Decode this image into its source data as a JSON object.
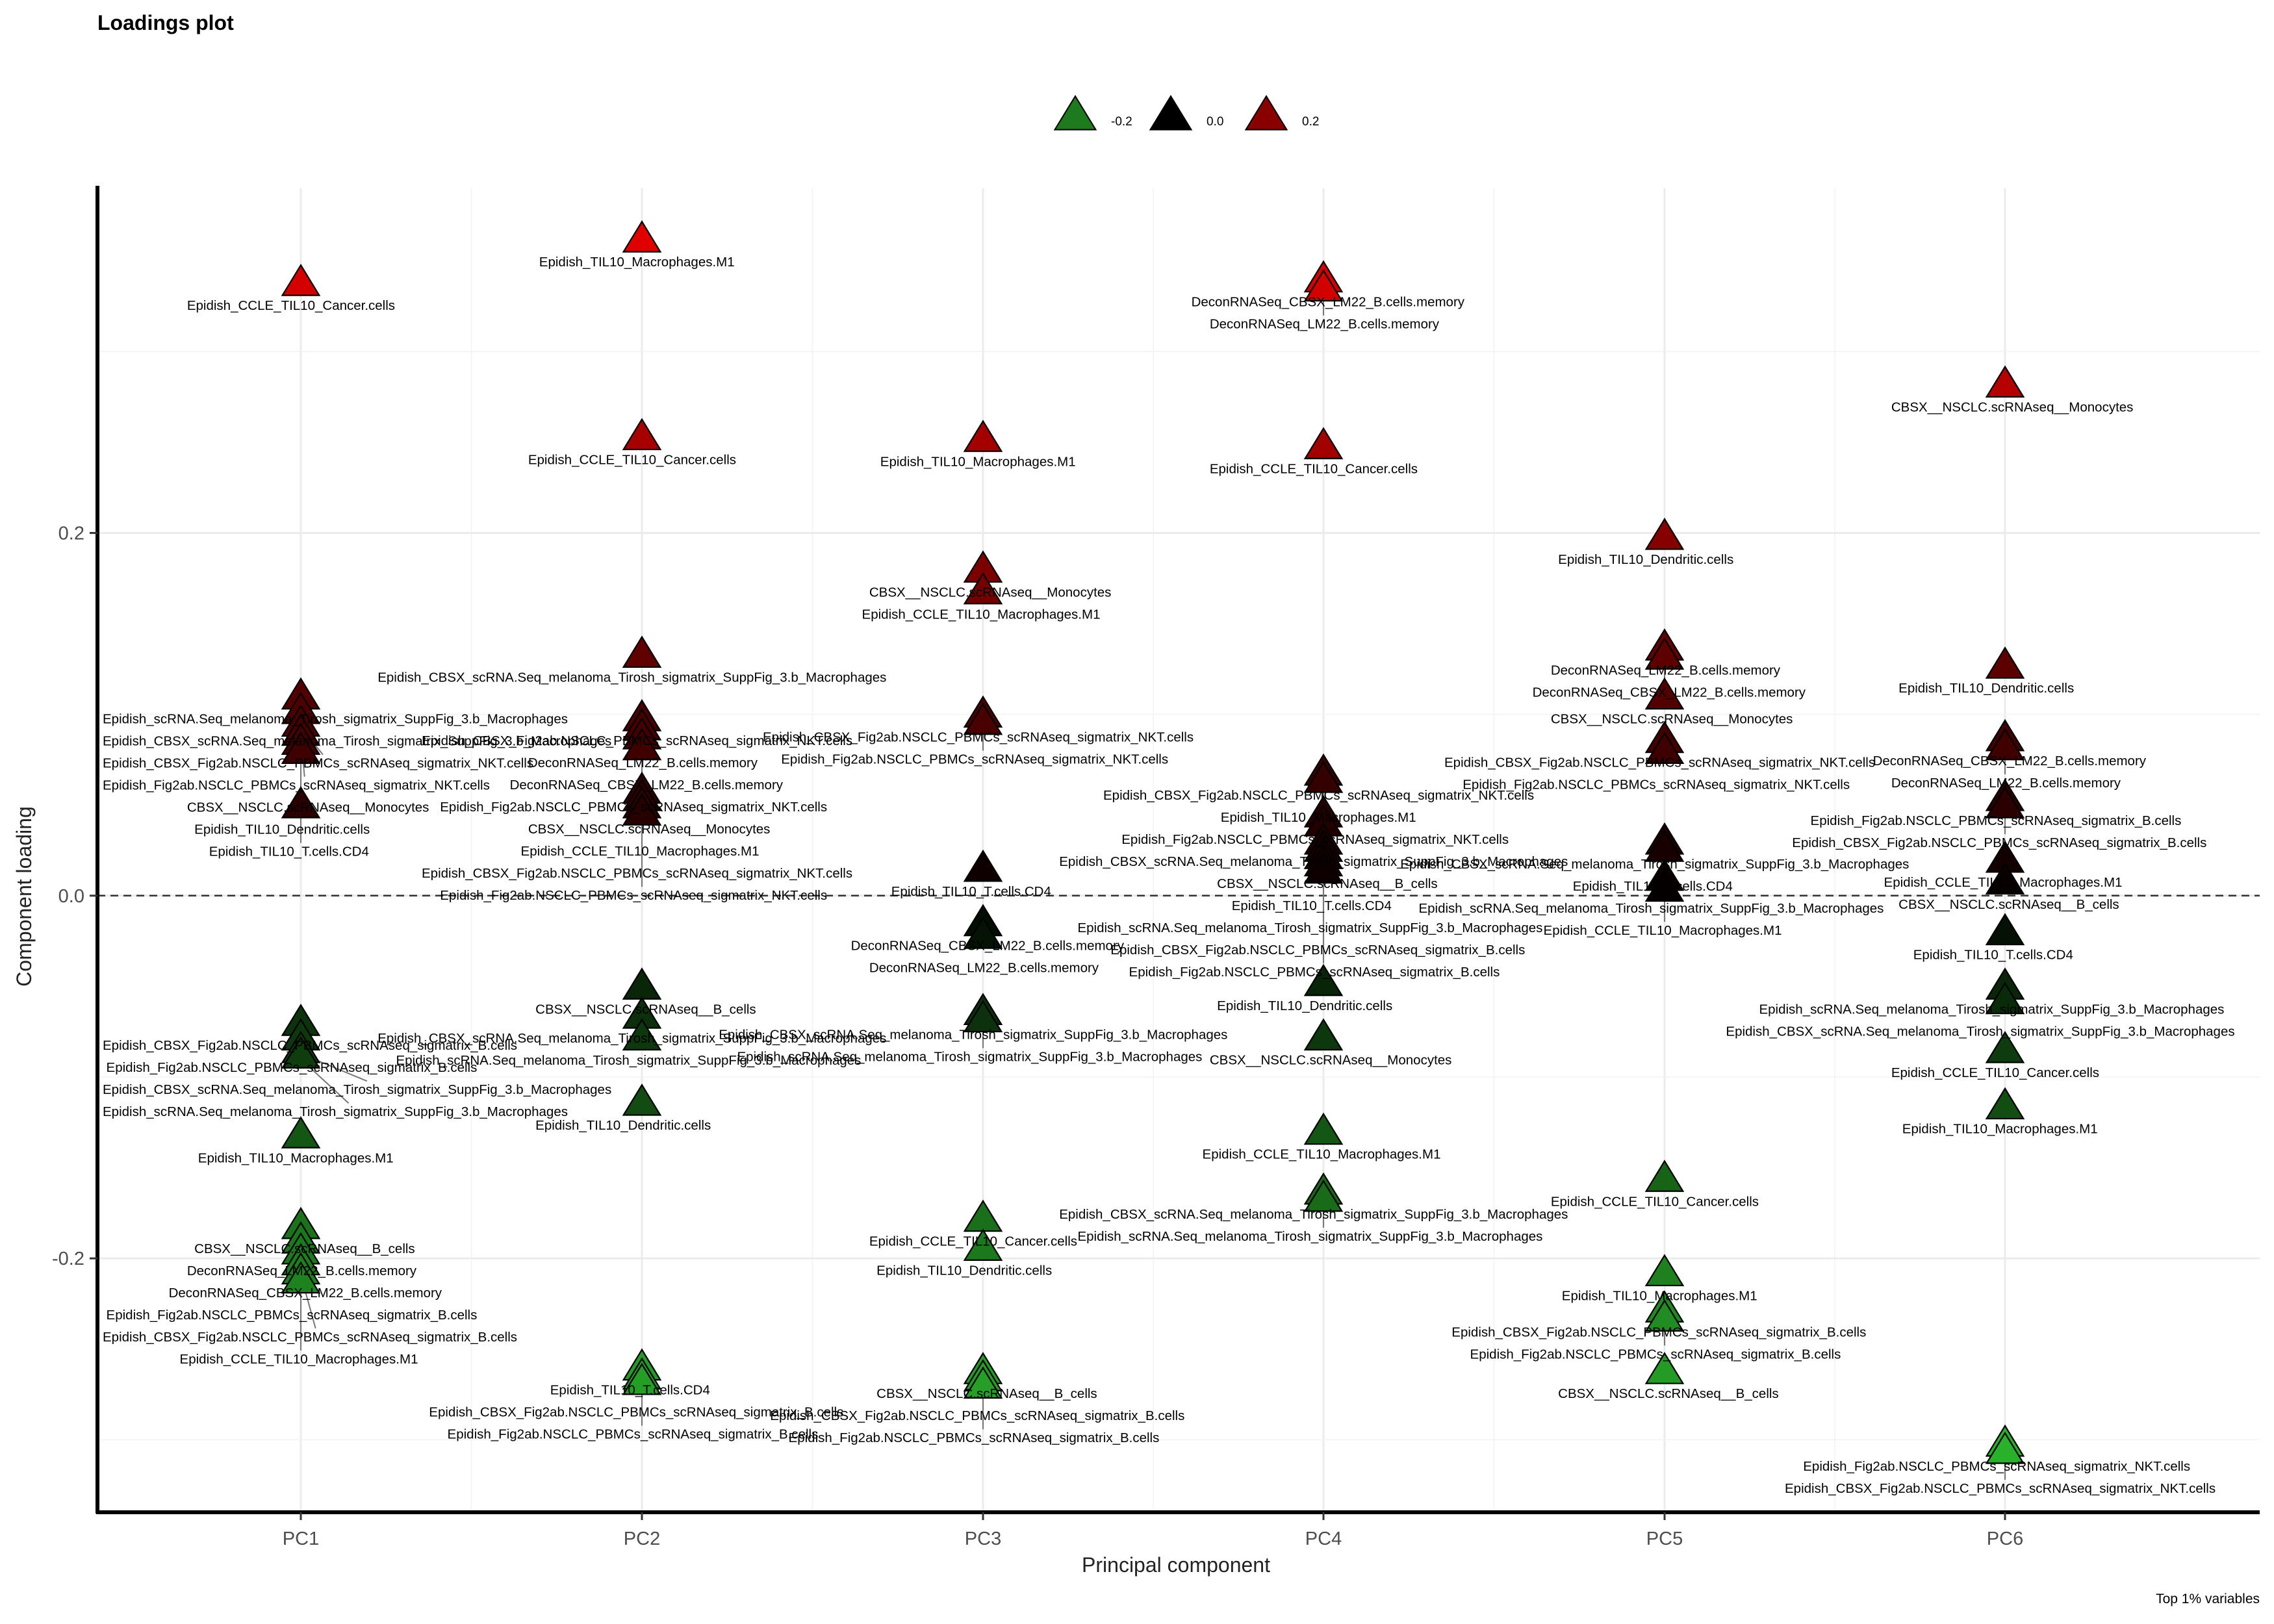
{
  "chart_data": {
    "type": "scatter",
    "title": "Loadings plot",
    "xlabel": "Principal component",
    "ylabel": "Component loading",
    "caption": "Top 1% variables",
    "categories": [
      "PC1",
      "PC2",
      "PC3",
      "PC4",
      "PC5",
      "PC6"
    ],
    "yticks": [
      -0.2,
      0.0,
      0.2
    ],
    "ytick_labels": [
      "-0.2",
      "0.0",
      "0.2"
    ],
    "ylim": [
      -0.34,
      0.39
    ],
    "hline": 0.0,
    "grid": true,
    "legend_position": "top",
    "legend": [
      {
        "label": "-0.2",
        "value": -0.2
      },
      {
        "label": "0.0",
        "value": 0.0
      },
      {
        "label": "0.2",
        "value": 0.2
      }
    ],
    "color_scale": {
      "low": "#2ab32a",
      "mid": "#000000",
      "high": "#e00000",
      "range": [
        -0.31,
        0.36
      ]
    },
    "points": [
      {
        "pc": "PC1",
        "label": "Epidish_CCLE_TIL10_Cancer.cells",
        "y": 0.338
      },
      {
        "pc": "PC1",
        "label": "Epidish_scRNA.Seq_melanoma_Tirosh_sigmatrix_SuppFig_3.b_Macrophages",
        "y": 0.11
      },
      {
        "pc": "PC1",
        "label": "Epidish_CBSX_scRNA.Seq_melanoma_Tirosh_sigmatrix_SuppFig_3.b_Macrophages",
        "y": 0.102
      },
      {
        "pc": "PC1",
        "label": "Epidish_CBSX_Fig2ab.NSCLC_PBMCs_scRNAseq_sigmatrix_NKT.cells",
        "y": 0.095
      },
      {
        "pc": "PC1",
        "label": "Epidish_Fig2ab.NSCLC_PBMCs_scRNAseq_sigmatrix_NKT.cells",
        "y": 0.09
      },
      {
        "pc": "PC1",
        "label": "CBSX__NSCLC.scRNAseq__Monocytes",
        "y": 0.085
      },
      {
        "pc": "PC1",
        "label": "Epidish_TIL10_Dendritic.cells",
        "y": 0.08
      },
      {
        "pc": "PC1",
        "label": "Epidish_TIL10_T.cells.CD4",
        "y": 0.05
      },
      {
        "pc": "PC1",
        "label": "Epidish_CBSX_Fig2ab.NSCLC_PBMCs_scRNAseq_sigmatrix_B.cells",
        "y": -0.07
      },
      {
        "pc": "PC1",
        "label": "Epidish_Fig2ab.NSCLC_PBMCs_scRNAseq_sigmatrix_B.cells",
        "y": -0.078
      },
      {
        "pc": "PC1",
        "label": "Epidish_CBSX_scRNA.Seq_melanoma_Tirosh_sigmatrix_SuppFig_3.b_Macrophages",
        "y": -0.085
      },
      {
        "pc": "PC1",
        "label": "Epidish_scRNA.Seq_melanoma_Tirosh_sigmatrix_SuppFig_3.b_Macrophages",
        "y": -0.088
      },
      {
        "pc": "PC1",
        "label": "Epidish_TIL10_Macrophages.M1",
        "y": -0.132
      },
      {
        "pc": "PC1",
        "label": "CBSX__NSCLC.scRNAseq__B_cells",
        "y": -0.182
      },
      {
        "pc": "PC1",
        "label": "DeconRNASeq_LM22_B.cells.memory",
        "y": -0.19
      },
      {
        "pc": "PC1",
        "label": "DeconRNASeq_CBSX_LM22_B.cells.memory",
        "y": -0.196
      },
      {
        "pc": "PC1",
        "label": "Epidish_Fig2ab.NSCLC_PBMCs_scRNAseq_sigmatrix_B.cells",
        "y": -0.202
      },
      {
        "pc": "PC1",
        "label": "Epidish_CBSX_Fig2ab.NSCLC_PBMCs_scRNAseq_sigmatrix_B.cells",
        "y": -0.207
      },
      {
        "pc": "PC1",
        "label": "Epidish_CCLE_TIL10_Macrophages.M1",
        "y": -0.212
      },
      {
        "pc": "PC2",
        "label": "Epidish_TIL10_Macrophages.M1",
        "y": 0.362
      },
      {
        "pc": "PC2",
        "label": "Epidish_CCLE_TIL10_Cancer.cells",
        "y": 0.253
      },
      {
        "pc": "PC2",
        "label": "Epidish_CBSX_scRNA.Seq_melanoma_Tirosh_sigmatrix_SuppFig_3.b_Macrophages",
        "y": 0.133
      },
      {
        "pc": "PC2",
        "label": "Epidish_CBSX_Fig2ab.NSCLC_PBMCs_scRNAseq_sigmatrix_NKT.cells",
        "y": 0.098
      },
      {
        "pc": "PC2",
        "label": "DeconRNASeq_LM22_B.cells.memory",
        "y": 0.093
      },
      {
        "pc": "PC2",
        "label": "DeconRNASeq_CBSX_LM22_B.cells.memory",
        "y": 0.088
      },
      {
        "pc": "PC2",
        "label": "Epidish_Fig2ab.NSCLC_PBMCs_scRNAseq_sigmatrix_NKT.cells",
        "y": 0.082
      },
      {
        "pc": "PC2",
        "label": "CBSX__NSCLC.scRNAseq__Monocytes",
        "y": 0.058
      },
      {
        "pc": "PC2",
        "label": "Epidish_CCLE_TIL10_Macrophages.M1",
        "y": 0.054
      },
      {
        "pc": "PC2",
        "label": "Epidish_CBSX_Fig2ab.NSCLC_PBMCs_scRNAseq_sigmatrix_NKT.cells",
        "y": 0.05
      },
      {
        "pc": "PC2",
        "label": "Epidish_Fig2ab.NSCLC_PBMCs_scRNAseq_sigmatrix_NKT.cells",
        "y": 0.046
      },
      {
        "pc": "PC2",
        "label": "CBSX__NSCLC.scRNAseq__B_cells",
        "y": -0.05
      },
      {
        "pc": "PC2",
        "label": "Epidish_CBSX_scRNA.Seq_melanoma_Tirosh_sigmatrix_SuppFig_3.b_Macrophages",
        "y": -0.066
      },
      {
        "pc": "PC2",
        "label": "Epidish_scRNA.Seq_melanoma_Tirosh_sigmatrix_SuppFig_3.b_Macrophages",
        "y": -0.078
      },
      {
        "pc": "PC2",
        "label": "Epidish_TIL10_Dendritic.cells",
        "y": -0.114
      },
      {
        "pc": "PC2",
        "label": "Epidish_TIL10_T.cells.CD4",
        "y": -0.26
      },
      {
        "pc": "PC2",
        "label": "Epidish_CBSX_Fig2ab.NSCLC_PBMCs_scRNAseq_sigmatrix_B.cells",
        "y": -0.265
      },
      {
        "pc": "PC2",
        "label": "Epidish_Fig2ab.NSCLC_PBMCs_scRNAseq_sigmatrix_B.cells",
        "y": -0.268
      },
      {
        "pc": "PC3",
        "label": "Epidish_TIL10_Macrophages.M1",
        "y": 0.252
      },
      {
        "pc": "PC3",
        "label": "CBSX__NSCLC.scRNAseq__Monocytes",
        "y": 0.18
      },
      {
        "pc": "PC3",
        "label": "Epidish_CCLE_TIL10_Macrophages.M1",
        "y": 0.168
      },
      {
        "pc": "PC3",
        "label": "Epidish_CBSX_Fig2ab.NSCLC_PBMCs_scRNAseq_sigmatrix_NKT.cells",
        "y": 0.1
      },
      {
        "pc": "PC3",
        "label": "Epidish_Fig2ab.NSCLC_PBMCs_scRNAseq_sigmatrix_NKT.cells",
        "y": 0.096
      },
      {
        "pc": "PC3",
        "label": "Epidish_TIL10_T.cells.CD4",
        "y": 0.015
      },
      {
        "pc": "PC3",
        "label": "DeconRNASeq_CBSX_LM22_B.cells.memory",
        "y": -0.015
      },
      {
        "pc": "PC3",
        "label": "DeconRNASeq_LM22_B.cells.memory",
        "y": -0.022
      },
      {
        "pc": "PC3",
        "label": "Epidish_CBSX_scRNA.Seq_melanoma_Tirosh_sigmatrix_SuppFig_3.b_Macrophages",
        "y": -0.064
      },
      {
        "pc": "PC3",
        "label": "Epidish_scRNA.Seq_melanoma_Tirosh_sigmatrix_SuppFig_3.b_Macrophages",
        "y": -0.068
      },
      {
        "pc": "PC3",
        "label": "Epidish_CCLE_TIL10_Cancer.cells",
        "y": -0.178
      },
      {
        "pc": "PC3",
        "label": "Epidish_TIL10_Dendritic.cells",
        "y": -0.194
      },
      {
        "pc": "PC3",
        "label": "CBSX__NSCLC.scRNAseq__B_cells",
        "y": -0.262
      },
      {
        "pc": "PC3",
        "label": "Epidish_CBSX_Fig2ab.NSCLC_PBMCs_scRNAseq_sigmatrix_B.cells",
        "y": -0.266
      },
      {
        "pc": "PC3",
        "label": "Epidish_Fig2ab.NSCLC_PBMCs_scRNAseq_sigmatrix_B.cells",
        "y": -0.27
      },
      {
        "pc": "PC4",
        "label": "DeconRNASeq_CBSX_LM22_B.cells.memory",
        "y": 0.34
      },
      {
        "pc": "PC4",
        "label": "DeconRNASeq_LM22_B.cells.memory",
        "y": 0.335
      },
      {
        "pc": "PC4",
        "label": "Epidish_CCLE_TIL10_Cancer.cells",
        "y": 0.248
      },
      {
        "pc": "PC4",
        "label": "Epidish_CBSX_Fig2ab.NSCLC_PBMCs_scRNAseq_sigmatrix_NKT.cells",
        "y": 0.068
      },
      {
        "pc": "PC4",
        "label": "Epidish_TIL10_Macrophages.M1",
        "y": 0.064
      },
      {
        "pc": "PC4",
        "label": "Epidish_Fig2ab.NSCLC_PBMCs_scRNAseq_sigmatrix_NKT.cells",
        "y": 0.045
      },
      {
        "pc": "PC4",
        "label": "Epidish_CBSX_scRNA.Seq_melanoma_Tirosh_sigmatrix_SuppFig_3.b_Macrophages",
        "y": 0.04
      },
      {
        "pc": "PC4",
        "label": "CBSX__NSCLC.scRNAseq__B_cells",
        "y": 0.03
      },
      {
        "pc": "PC4",
        "label": "Epidish_TIL10_T.cells.CD4",
        "y": 0.026
      },
      {
        "pc": "PC4",
        "label": "Epidish_scRNA.Seq_melanoma_Tirosh_sigmatrix_SuppFig_3.b_Macrophages",
        "y": 0.022
      },
      {
        "pc": "PC4",
        "label": "Epidish_CBSX_Fig2ab.NSCLC_PBMCs_scRNAseq_sigmatrix_B.cells",
        "y": 0.018
      },
      {
        "pc": "PC4",
        "label": "Epidish_Fig2ab.NSCLC_PBMCs_scRNAseq_sigmatrix_B.cells",
        "y": 0.014
      },
      {
        "pc": "PC4",
        "label": "Epidish_TIL10_Dendritic.cells",
        "y": -0.048
      },
      {
        "pc": "PC4",
        "label": "CBSX__NSCLC.scRNAseq__Monocytes",
        "y": -0.078
      },
      {
        "pc": "PC4",
        "label": "Epidish_CCLE_TIL10_Macrophages.M1",
        "y": -0.13
      },
      {
        "pc": "PC4",
        "label": "Epidish_CBSX_scRNA.Seq_melanoma_Tirosh_sigmatrix_SuppFig_3.b_Macrophages",
        "y": -0.163
      },
      {
        "pc": "PC4",
        "label": "Epidish_scRNA.Seq_melanoma_Tirosh_sigmatrix_SuppFig_3.b_Macrophages",
        "y": -0.167
      },
      {
        "pc": "PC5",
        "label": "Epidish_TIL10_Dendritic.cells",
        "y": 0.198
      },
      {
        "pc": "PC5",
        "label": "DeconRNASeq_LM22_B.cells.memory",
        "y": 0.137
      },
      {
        "pc": "PC5",
        "label": "DeconRNASeq_CBSX_LM22_B.cells.memory",
        "y": 0.132
      },
      {
        "pc": "PC5",
        "label": "CBSX__NSCLC.scRNAseq__Monocytes",
        "y": 0.11
      },
      {
        "pc": "PC5",
        "label": "Epidish_CBSX_Fig2ab.NSCLC_PBMCs_scRNAseq_sigmatrix_NKT.cells",
        "y": 0.086
      },
      {
        "pc": "PC5",
        "label": "Epidish_Fig2ab.NSCLC_PBMCs_scRNAseq_sigmatrix_NKT.cells",
        "y": 0.08
      },
      {
        "pc": "PC5",
        "label": "Epidish_CBSX_scRNA.Seq_melanoma_Tirosh_sigmatrix_SuppFig_3.b_Macrophages",
        "y": 0.03
      },
      {
        "pc": "PC5",
        "label": "Epidish_TIL10_T.cells.CD4",
        "y": 0.026
      },
      {
        "pc": "PC5",
        "label": "Epidish_scRNA.Seq_melanoma_Tirosh_sigmatrix_SuppFig_3.b_Macrophages",
        "y": 0.01
      },
      {
        "pc": "PC5",
        "label": "Epidish_CCLE_TIL10_Macrophages.M1",
        "y": 0.004
      },
      {
        "pc": "PC5",
        "label": "Epidish_CCLE_TIL10_Cancer.cells",
        "y": -0.156
      },
      {
        "pc": "PC5",
        "label": "Epidish_TIL10_Macrophages.M1",
        "y": -0.208
      },
      {
        "pc": "PC5",
        "label": "Epidish_CBSX_Fig2ab.NSCLC_PBMCs_scRNAseq_sigmatrix_B.cells",
        "y": -0.228
      },
      {
        "pc": "PC5",
        "label": "Epidish_Fig2ab.NSCLC_PBMCs_scRNAseq_sigmatrix_B.cells",
        "y": -0.233
      },
      {
        "pc": "PC5",
        "label": "CBSX__NSCLC.scRNAseq__B_cells",
        "y": -0.262
      },
      {
        "pc": "PC6",
        "label": "CBSX__NSCLC.scRNAseq__Monocytes",
        "y": 0.282
      },
      {
        "pc": "PC6",
        "label": "Epidish_TIL10_Dendritic.cells",
        "y": 0.127
      },
      {
        "pc": "PC6",
        "label": "DeconRNASeq_CBSX_LM22_B.cells.memory",
        "y": 0.087
      },
      {
        "pc": "PC6",
        "label": "DeconRNASeq_LM22_B.cells.memory",
        "y": 0.082
      },
      {
        "pc": "PC6",
        "label": "Epidish_Fig2ab.NSCLC_PBMCs_scRNAseq_sigmatrix_B.cells",
        "y": 0.054
      },
      {
        "pc": "PC6",
        "label": "Epidish_CBSX_Fig2ab.NSCLC_PBMCs_scRNAseq_sigmatrix_B.cells",
        "y": 0.05
      },
      {
        "pc": "PC6",
        "label": "Epidish_CCLE_TIL10_Macrophages.M1",
        "y": 0.02
      },
      {
        "pc": "PC6",
        "label": "CBSX__NSCLC.scRNAseq__B_cells",
        "y": 0.008
      },
      {
        "pc": "PC6",
        "label": "Epidish_TIL10_T.cells.CD4",
        "y": -0.02
      },
      {
        "pc": "PC6",
        "label": "Epidish_scRNA.Seq_melanoma_Tirosh_sigmatrix_SuppFig_3.b_Macrophages",
        "y": -0.05
      },
      {
        "pc": "PC6",
        "label": "Epidish_CBSX_scRNA.Seq_melanoma_Tirosh_sigmatrix_SuppFig_3.b_Macrophages",
        "y": -0.058
      },
      {
        "pc": "PC6",
        "label": "Epidish_CCLE_TIL10_Cancer.cells",
        "y": -0.085
      },
      {
        "pc": "PC6",
        "label": "Epidish_TIL10_Macrophages.M1",
        "y": -0.116
      },
      {
        "pc": "PC6",
        "label": "Epidish_Fig2ab.NSCLC_PBMCs_scRNAseq_sigmatrix_NKT.cells",
        "y": -0.302
      },
      {
        "pc": "PC6",
        "label": "Epidish_CBSX_Fig2ab.NSCLC_PBMCs_scRNAseq_sigmatrix_NKT.cells",
        "y": -0.306
      }
    ]
  }
}
